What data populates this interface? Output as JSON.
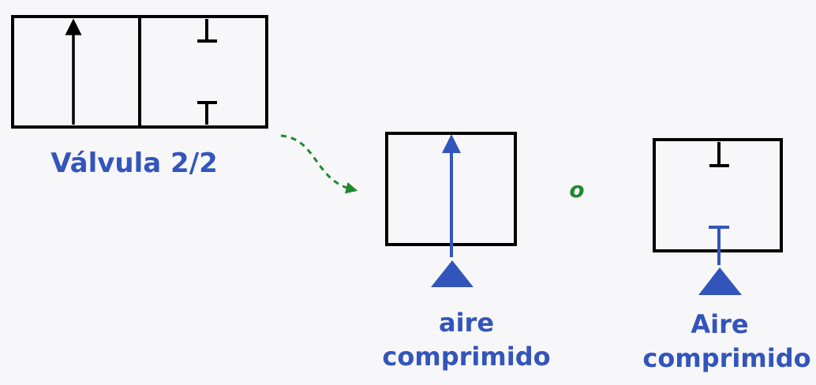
{
  "labels": {
    "valve_name": "Válvula 2/2",
    "separator": "o",
    "open_caption_line1": "aire",
    "open_caption_line2": "comprimido",
    "closed_caption_line1": "Aire",
    "closed_caption_line2": "comprimido"
  },
  "colors": {
    "background": "#f7f7f9",
    "symbol_stroke": "#000000",
    "accent_blue": "#3355bb",
    "arrow_green": "#1e8a2e"
  },
  "icons": {
    "flow_arrow": "arrow-up-icon",
    "blocked_port": "t-stop-icon",
    "pressure_source": "triangle-up-icon",
    "transition": "dashed-curved-arrow-icon"
  }
}
